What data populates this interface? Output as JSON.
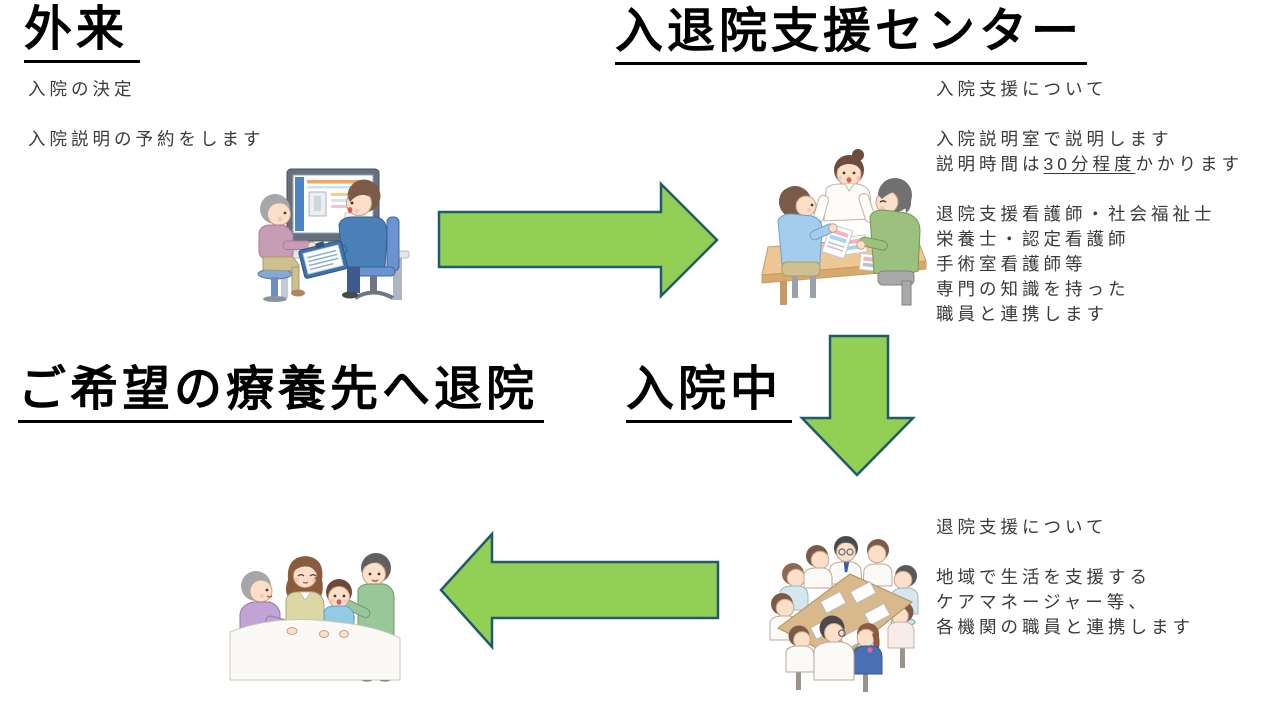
{
  "headings": {
    "outpatient": "外来",
    "support_center": "入退院支援センター",
    "discharge": "ご希望の療養先へ退院",
    "inpatient": "入院中"
  },
  "outpatient_notes": {
    "line1": "入院の決定",
    "line2": "入院説明の予約をします"
  },
  "admission_support": {
    "intro": "入院支援について",
    "room_line": "入院説明室で説明します",
    "duration_pre": "説明時間は",
    "duration_underlined": "30分程度",
    "duration_post": "かかります",
    "staff_lines": [
      "退院支援看護師・社会福祉士",
      "栄養士・認定看護師",
      "手術室看護師等",
      "専門の知識を持った",
      "職員と連携します"
    ]
  },
  "discharge_support": {
    "intro": "退院支援について",
    "lines": [
      "地域で生活を支援する",
      "ケアマネージャー等、",
      "各機関の職員と連携します"
    ]
  },
  "illustrations": {
    "top_left": "outpatient-computer-consultation-illustration",
    "top_right": "admission-explanation-meeting-illustration",
    "bottom_right": "multidisciplinary-discharge-conference-illustration",
    "bottom_left": "family-at-home-bedside-illustration"
  },
  "colors": {
    "arrow_fill": "#92cf55",
    "arrow_stroke": "#205a6e",
    "heading": "#000000",
    "body_text": "#3a3a3a"
  }
}
